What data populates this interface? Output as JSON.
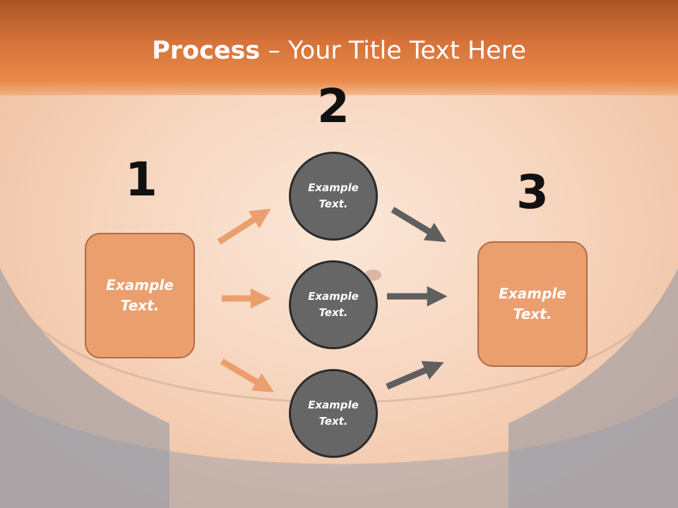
{
  "title": {
    "bold": "Process",
    "rest": " – Your Title Text Here"
  },
  "steps": [
    "1",
    "2",
    "3"
  ],
  "boxes": {
    "left": "Example\nText.",
    "right": "Example\nText."
  },
  "circles": [
    "Example\nText.",
    "Example\nText.",
    "Example\nText."
  ],
  "colors": {
    "header": "#d6733a",
    "box_fill": "#eb9f6e",
    "box_border": "#b06a44",
    "circle_fill": "#666666",
    "circle_border": "#2b2b2b",
    "arrow_orange": "#eb9f6e",
    "arrow_gray": "#5f5f5f"
  }
}
